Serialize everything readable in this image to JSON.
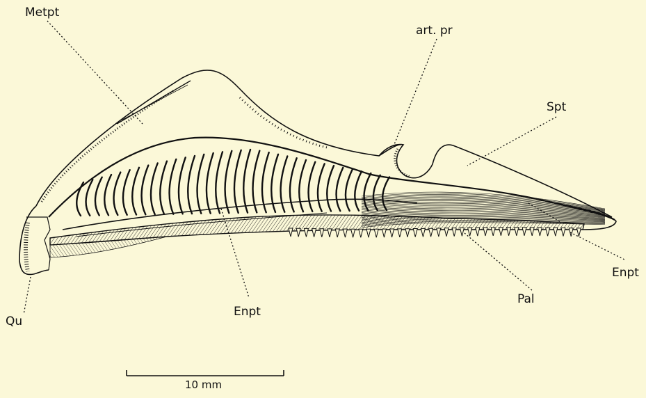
{
  "labels": {
    "metpt": "Metpt",
    "art_pr": "art. pr",
    "spt": "Spt",
    "qu": "Qu",
    "enpt_center": "Enpt",
    "pal": "Pal",
    "enpt_right": "Enpt"
  },
  "scale_bar": {
    "label": "10 mm"
  },
  "colors": {
    "background": "#fbf8d8",
    "ink": "#111111"
  }
}
